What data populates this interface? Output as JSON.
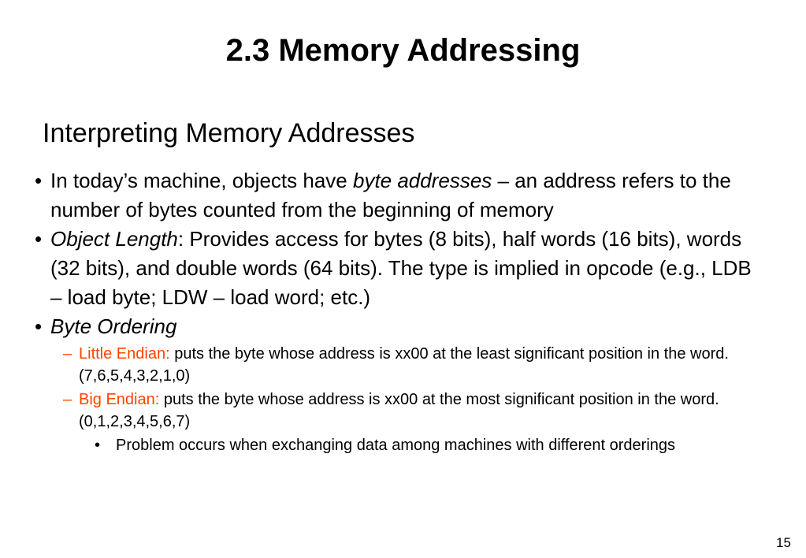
{
  "slide": {
    "title": "2.3 Memory Addressing",
    "subtitle": "Interpreting Memory Addresses",
    "bullets": [
      {
        "marker": "•",
        "before": "In today’s machine, objects have ",
        "emph": "byte addresses",
        "after": " – an address refers to the number of bytes counted from the beginning of memory"
      },
      {
        "marker": "•",
        "emph": "Object Length",
        "after": ": Provides access for bytes (8 bits), half words (16 bits), words (32 bits), and double words (64 bits). The type is implied in opcode (e.g., LDB – load byte; LDW – load word; etc.)"
      },
      {
        "marker": "•",
        "emph": "Byte Ordering"
      }
    ],
    "sub_bullets": [
      {
        "marker": "–",
        "term": "Little Endian:",
        "text": " puts the byte whose address is xx00 at the least significant position in the word. (7,6,5,4,3,2,1,0)"
      },
      {
        "marker": "–",
        "term": "Big Endian:",
        "text": " puts the byte whose address is xx00 at the most significant position in the word. (0,1,2,3,4,5,6,7)"
      }
    ],
    "sub_sub_bullet": {
      "marker": "•",
      "text": "Problem occurs when exchanging data among machines with different orderings"
    },
    "page_number": "15"
  },
  "colors": {
    "text": "#000000",
    "accent": "#ff4400",
    "background": "#ffffff"
  }
}
